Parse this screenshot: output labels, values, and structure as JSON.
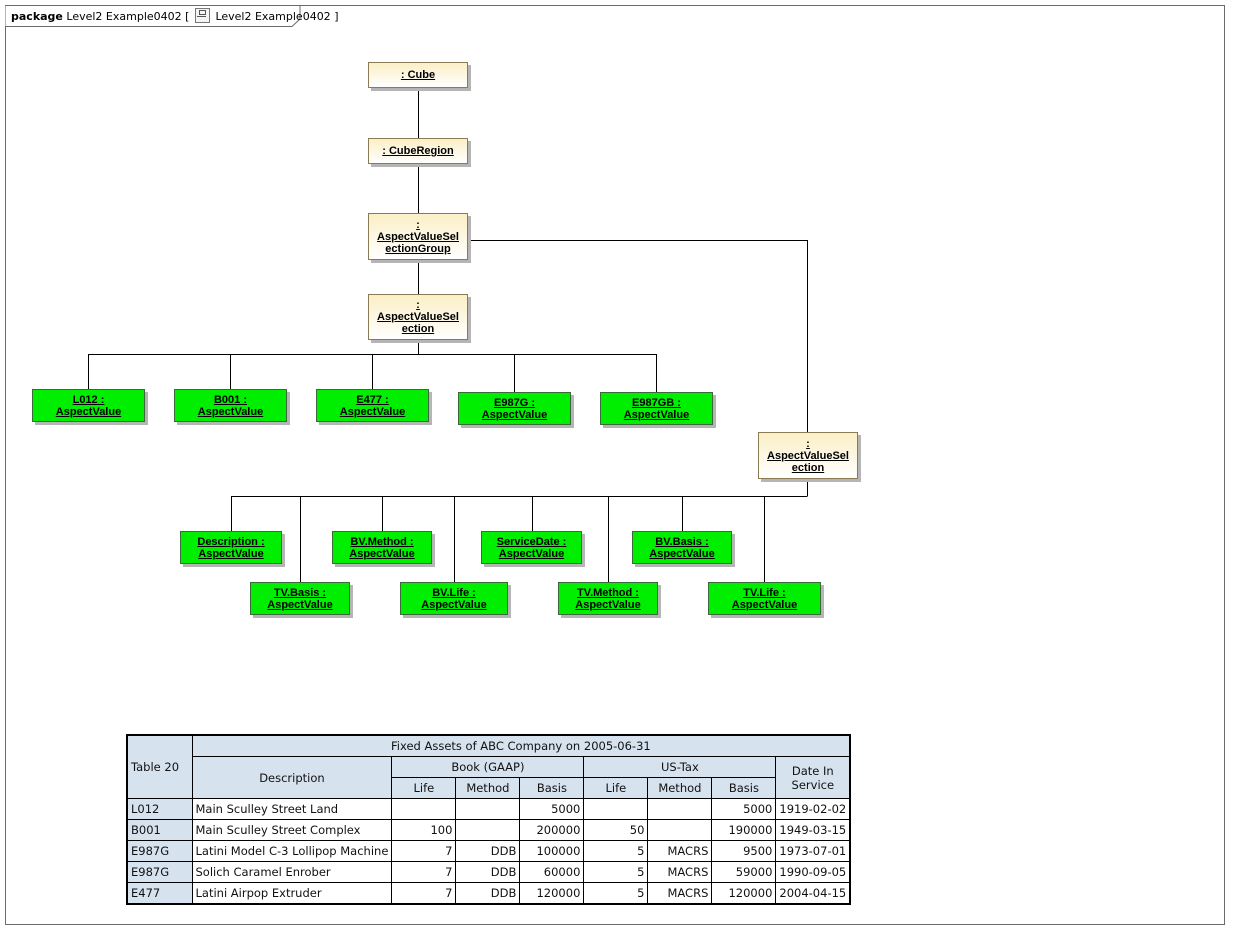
{
  "package": {
    "keyword": "package",
    "name": "Level2 Example0402",
    "bracket_open": "[",
    "diagram_name": "Level2 Example0402",
    "bracket_close": "]"
  },
  "nodes": {
    "cube": ": Cube",
    "cube_region": ": CubeRegion",
    "group": [
      ":",
      "AspectValueSel",
      "ectionGroup"
    ],
    "selection1": [
      ":",
      "AspectValueSel",
      "ection"
    ],
    "selection2": [
      ":",
      "AspectValueSel",
      "ection"
    ],
    "values1": [
      [
        "L012 :",
        "AspectValue"
      ],
      [
        "B001 :",
        "AspectValue"
      ],
      [
        "E477 :",
        "AspectValue"
      ],
      [
        "E987G :",
        "AspectValue"
      ],
      [
        "E987GB :",
        "AspectValue"
      ]
    ],
    "values2_top": [
      [
        "Description :",
        "AspectValue"
      ],
      [
        "BV.Method :",
        "AspectValue"
      ],
      [
        "ServiceDate :",
        "AspectValue"
      ],
      [
        "BV.Basis :",
        "AspectValue"
      ]
    ],
    "values2_bottom": [
      [
        "TV.Basis :",
        "AspectValue"
      ],
      [
        "BV.Life :",
        "AspectValue"
      ],
      [
        "TV.Method :",
        "AspectValue"
      ],
      [
        "TV.Life :",
        "AspectValue"
      ]
    ]
  },
  "table": {
    "label": "Table 20",
    "title": "Fixed Assets of ABC Company on 2005-06-31",
    "col_description": "Description",
    "group_book": "Book (GAAP)",
    "group_tax": "US-Tax",
    "col_date": "Date In Service",
    "sub_headers": [
      "Life",
      "Method",
      "Basis",
      "Life",
      "Method",
      "Basis"
    ],
    "rows": [
      [
        "L012",
        "Main Sculley Street Land",
        "",
        "",
        "5000",
        "",
        "",
        "5000",
        "1919-02-02"
      ],
      [
        "B001",
        "Main Sculley Street Complex",
        "100",
        "",
        "200000",
        "50",
        "",
        "190000",
        "1949-03-15"
      ],
      [
        "E987G",
        "Latini Model C-3 Lollipop Machine",
        "7",
        "DDB",
        "100000",
        "5",
        "MACRS",
        "9500",
        "1973-07-01"
      ],
      [
        "E987G",
        "Solich Caramel Enrober",
        "7",
        "DDB",
        "60000",
        "5",
        "MACRS",
        "59000",
        "1990-09-05"
      ],
      [
        "E477",
        "Latini Airpop Extruder",
        "7",
        "DDB",
        "120000",
        "5",
        "MACRS",
        "120000",
        "2004-04-15"
      ]
    ]
  }
}
